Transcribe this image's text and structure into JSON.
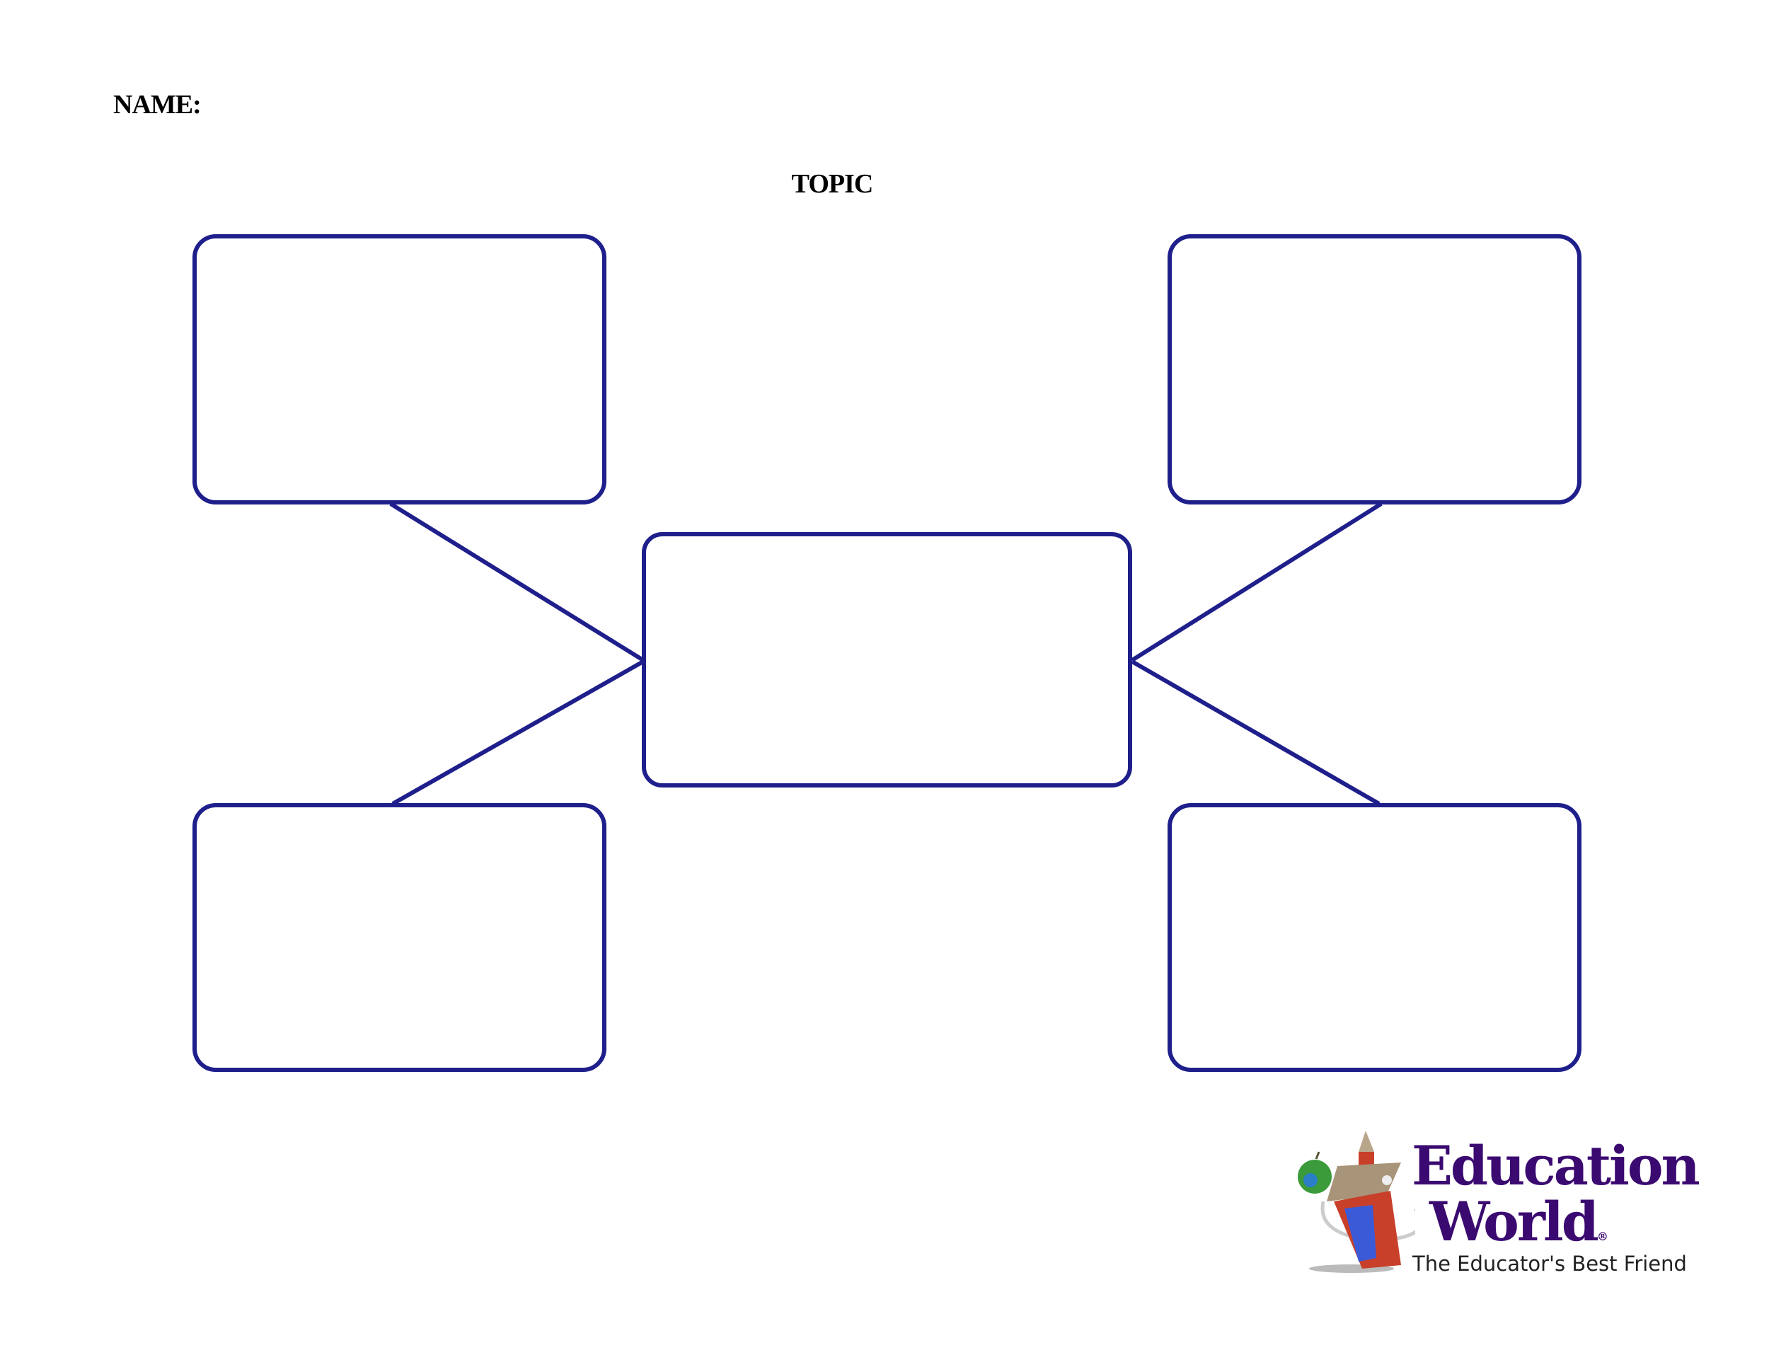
{
  "header": {
    "name_label": "NAME:",
    "topic_label": "TOPIC"
  },
  "diagram": {
    "stroke_color": "#1f1f8c",
    "boxes": [
      "top-left",
      "top-right",
      "center",
      "bottom-left",
      "bottom-right"
    ],
    "connectors": [
      "top-left-to-center",
      "bottom-left-to-center",
      "top-right-to-center",
      "bottom-right-to-center"
    ]
  },
  "logo": {
    "line1": "Education",
    "line2": "World",
    "registered": "®",
    "tagline": "The Educator's Best Friend",
    "brand_color": "#3b0a70"
  }
}
